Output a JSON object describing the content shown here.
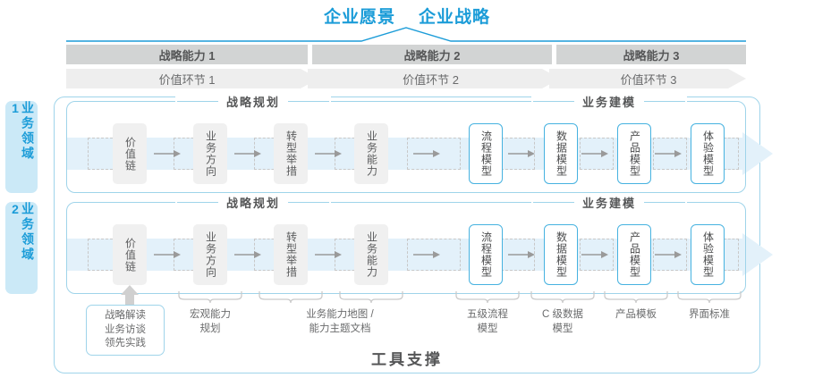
{
  "header": {
    "titles": [
      "企业愿景",
      "企业战略"
    ],
    "accent_color": "#1b9cd8"
  },
  "capability_band": {
    "items": [
      "战略能力 1",
      "战略能力 2",
      "战略能力 3"
    ],
    "fill_color": "#d2d4d4"
  },
  "value_band": {
    "items": [
      "价值环节 1",
      "价值环节 2",
      "价值环节 3"
    ],
    "fill_color": "#eeeeee"
  },
  "side_labels": [
    "业务领域 1",
    "业务领域 2"
  ],
  "section_captions": {
    "planning": "战略规划",
    "modeling": "业务建模"
  },
  "rows": [
    {
      "name": "row-1",
      "planning_nodes": [
        "价值链",
        "业务方向",
        "转型举措",
        "业务能力"
      ],
      "modeling_nodes": [
        "流程模型",
        "数据模型",
        "产品模型",
        "体验模型"
      ]
    },
    {
      "name": "row-2",
      "planning_nodes": [
        "价值链",
        "业务方向",
        "转型举措",
        "业务能力"
      ],
      "modeling_nodes": [
        "流程模型",
        "数据模型",
        "产品模型",
        "体验模型"
      ]
    }
  ],
  "tools": {
    "boxed": "战略解读\n业务访谈\n领先实践",
    "boxed_lines": [
      "战略解读",
      "业务访谈",
      "领先实践"
    ],
    "items": [
      {
        "lines": [
          "宏观能力",
          "规划"
        ]
      },
      {
        "lines": [
          "业务能力地图 /",
          "能力主题文档"
        ]
      },
      {
        "lines": [
          "五级流程",
          "模型"
        ]
      },
      {
        "lines": [
          "C 级数据",
          "模型"
        ]
      },
      {
        "lines": [
          "产品模板"
        ]
      },
      {
        "lines": [
          "界面标准"
        ]
      }
    ],
    "footer": "工具支撑"
  },
  "colors": {
    "blue": "#1b9cd8",
    "blue_border": "#9fd4ea",
    "node_blue_border": "#46b2e0",
    "band_light": "#e9f4fb",
    "gray_node": "#f0f0f0",
    "text_gray": "#5a5b5c"
  }
}
